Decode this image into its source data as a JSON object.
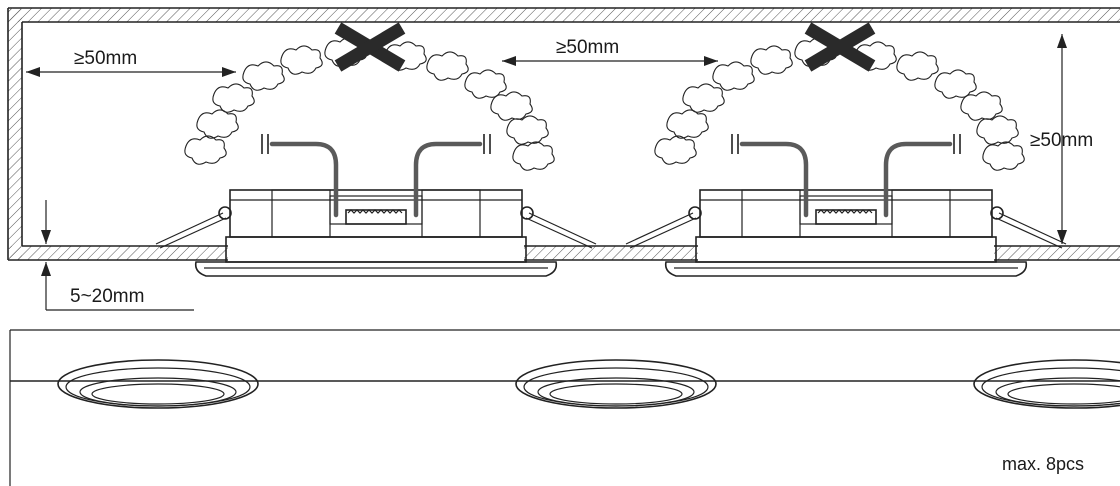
{
  "labels": {
    "clearance_side_left": "≥50mm",
    "clearance_between": "≥50mm",
    "clearance_top": "≥50mm",
    "ceiling_thickness": "5~20mm",
    "max_count": "max. 8pcs"
  },
  "colors": {
    "line": "#222222",
    "wire": "#5a5a5a",
    "cross": "#2a2a2a",
    "hatch": "#555555",
    "background": "#ffffff"
  },
  "icons": {
    "no_contact_mark": "cross-icon",
    "heat_zone": "heat-wave-icon"
  }
}
